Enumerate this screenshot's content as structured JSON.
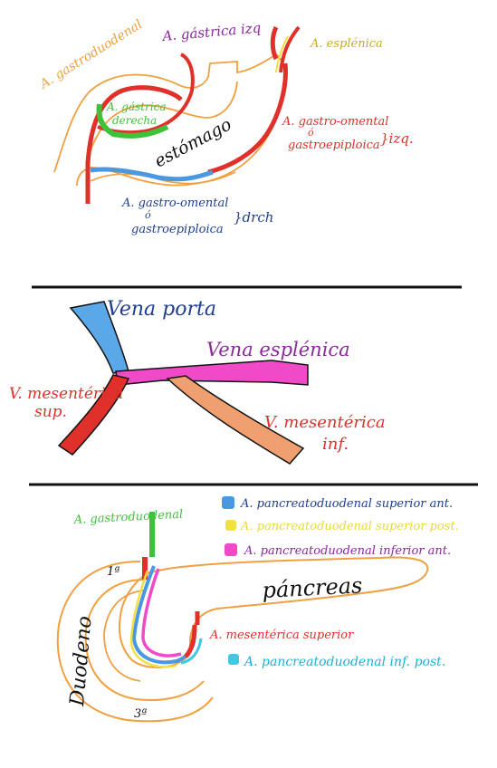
{
  "colors": {
    "ink": "#111111",
    "orange": "#f0a040",
    "red": "#e0302a",
    "green": "#3fc23a",
    "blue": "#4a98e0",
    "blue_text": "#1f3f8f",
    "purple": "#8a2a9a",
    "pink": "#f04ac8",
    "magenta_text": "#c0307a",
    "yellow": "#f0e040",
    "yellow_text": "#e8d840",
    "cyan": "#40c8e0",
    "cyan_text": "#20b0d0",
    "olive": "#c0b020",
    "salmon": "#f0a070",
    "portal_blue": "#5aa8e8"
  },
  "stomach": {
    "label_gastroduodenal": "A. gastroduodenal",
    "label_gastrica_izq": "A. gástrica izq",
    "label_esplenica": "A. esplénica",
    "label_gastrica_der_1": "A. gástrica",
    "label_gastrica_der_2": "derecha",
    "label_estomago": "estómago",
    "label_go_izq_1": "A. gastro-omental",
    "label_go_izq_2": "ó",
    "label_go_izq_3": "gastroepiploica",
    "label_izq_brace": "}izq.",
    "label_go_der_1": "A. gastro-omental",
    "label_go_der_2": "ó",
    "label_go_der_3": "gastroepiploica",
    "label_drch_brace": "}drch"
  },
  "portal": {
    "label_vena_porta": "Vena porta",
    "label_vena_esplenica": "Vena esplénica",
    "label_vm_sup_1": "V. mesentérica",
    "label_vm_sup_2": "sup.",
    "label_vm_inf_1": "V. mesentérica",
    "label_vm_inf_2": "inf."
  },
  "pancreas": {
    "label_gastroduodenal": "A. gastroduodenal",
    "legend_sup_ant": "A. pancreatoduodenal superior ant.",
    "legend_sup_post": "A. pancreatoduodenal superior post.",
    "legend_inf_ant": "A. pancreatoduodenal inferior ant.",
    "label_1a": "1ª",
    "label_pancreas": "páncreas",
    "label_duodeno": "Duodeno",
    "label_mesenterica_sup": "A. mesentérica superior",
    "legend_inf_post": "A. pancreatoduodenal inf. post.",
    "label_3a": "3ª"
  }
}
